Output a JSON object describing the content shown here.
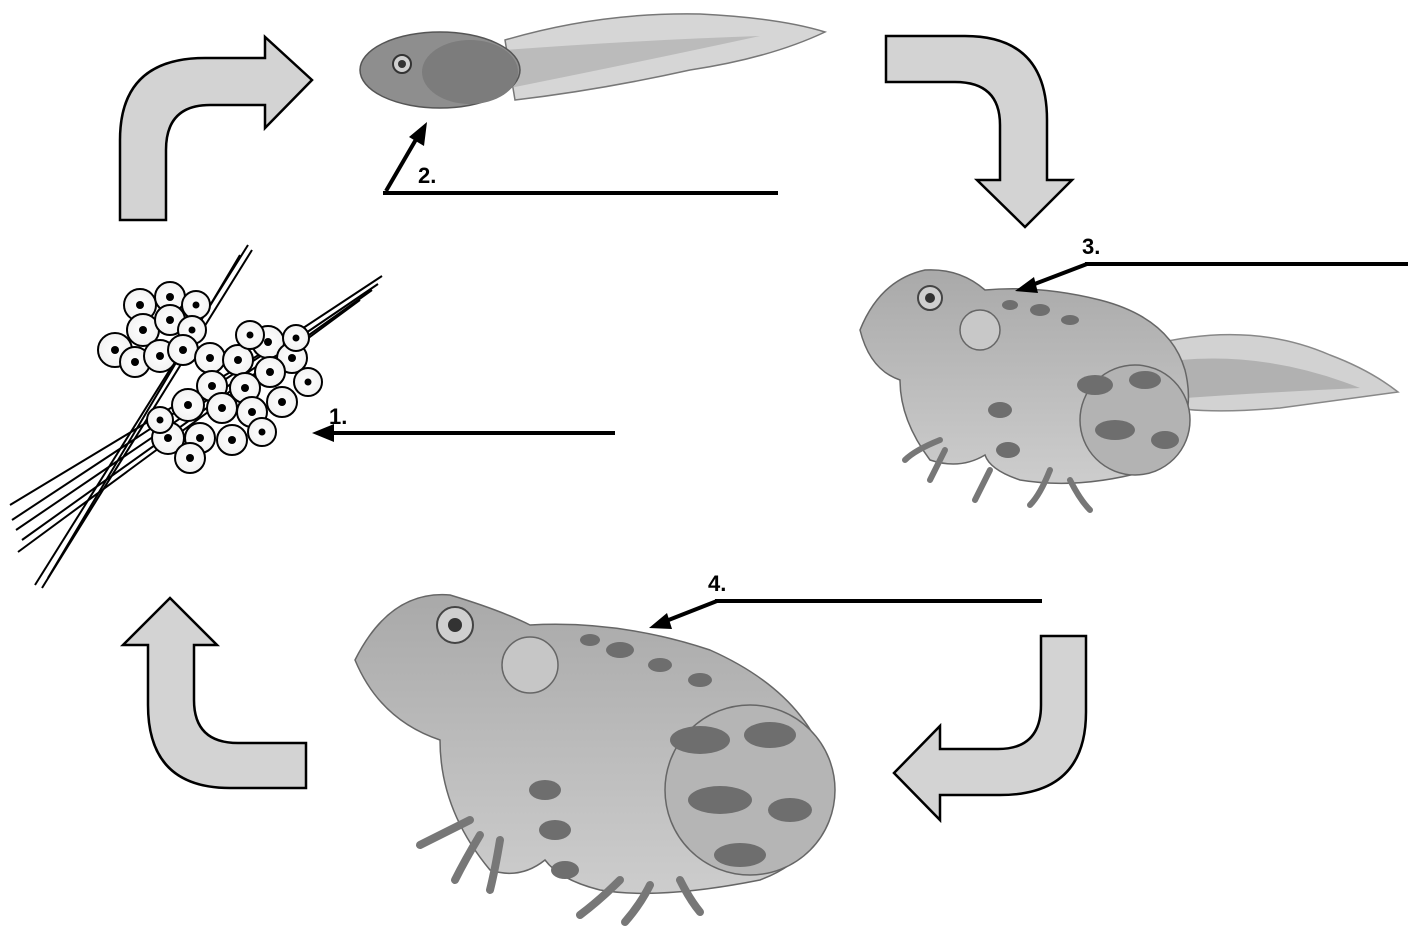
{
  "labels": {
    "stage1": "1.",
    "stage2": "2.",
    "stage3": "3.",
    "stage4": "4."
  },
  "colors": {
    "arrow_fill": "#d3d3d3",
    "outline": "#000000",
    "egg_fill": "#ffffff",
    "frog_skin": "#b8b8b8",
    "frog_spots": "#6e6e6e",
    "tadpole_body": "#8c8c8c",
    "tail_fin": "#cfcfcf"
  },
  "icons": {
    "stage1": "frog-egg-cluster-icon",
    "stage2": "tadpole-icon",
    "stage3": "froglet-icon",
    "stage4": "adult-frog-icon"
  }
}
